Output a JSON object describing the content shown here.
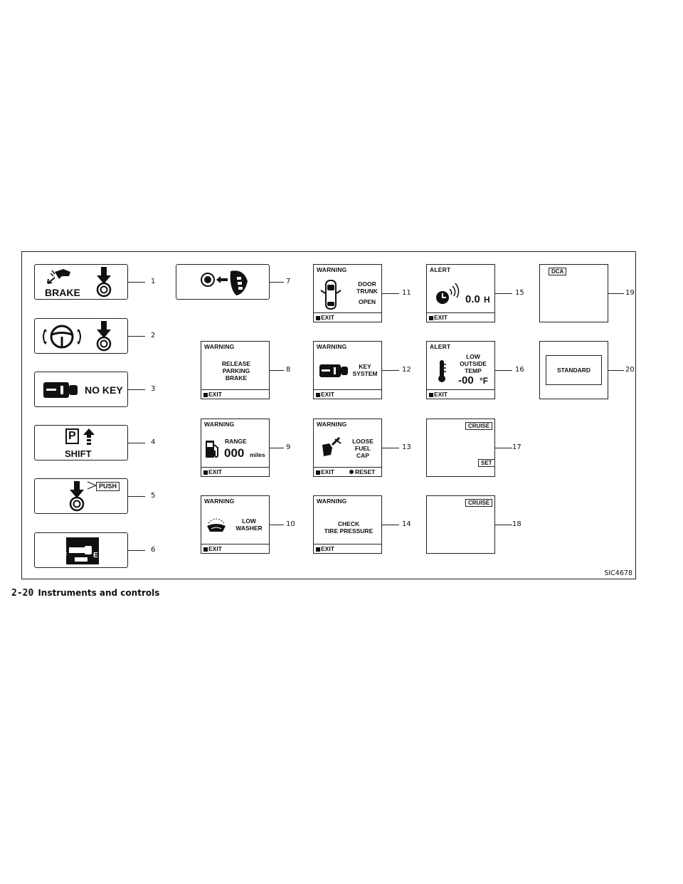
{
  "indicators": {
    "brake_label": "BRAKE",
    "no_key_label": "NO KEY",
    "shift_label": "SHIFT",
    "park_letter": "P",
    "push_label": "PUSH",
    "fuel_f": "F",
    "fuel_e": "E"
  },
  "displays": {
    "warning_header": "WARNING",
    "alert_header": "ALERT",
    "exit_label": "EXIT",
    "reset_label": "RESET",
    "release_parking_brake": [
      "RELEASE",
      "PARKING",
      "BRAKE"
    ],
    "range_label": "RANGE",
    "range_value": "000",
    "range_unit": "miles",
    "low_washer": [
      "LOW",
      "WASHER"
    ],
    "door_trunk_open": [
      "DOOR",
      "TRUNK",
      "OPEN"
    ],
    "key_system": [
      "KEY",
      "SYSTEM"
    ],
    "loose_fuel_cap": [
      "LOOSE",
      "FUEL",
      "CAP"
    ],
    "check_tire_pressure": [
      "CHECK",
      "TIRE PRESSURE"
    ],
    "timer_value": "0.0",
    "timer_unit": "H",
    "low_outside_temp": [
      "LOW",
      "OUTSIDE",
      "TEMP"
    ],
    "temp_value": "-00",
    "temp_unit": "°F",
    "cruise_label": "CRUISE",
    "set_label": "SET",
    "dca_label": "DCA",
    "standard_label": "STANDARD"
  },
  "callouts": [
    "1",
    "2",
    "3",
    "4",
    "5",
    "6",
    "7",
    "8",
    "9",
    "10",
    "11",
    "12",
    "13",
    "14",
    "15",
    "16",
    "17",
    "18",
    "19",
    "20"
  ],
  "figure_id": "SIC4678",
  "footer": {
    "page": "2-20",
    "section": "Instruments and controls"
  }
}
